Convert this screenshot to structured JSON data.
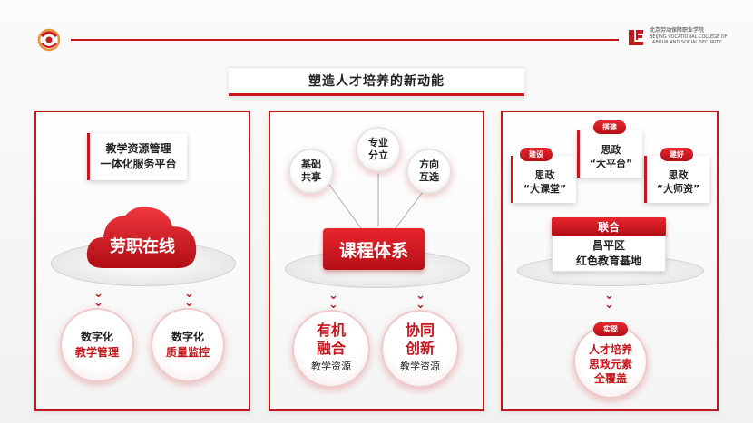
{
  "college": {
    "name_cn": "北京劳动保障职业学院",
    "name_en": "BEIJING VOCATIONAL COLLEGE OF LABOUR AND SOCIAL SECURITY"
  },
  "title": "塑造人才培养的新动能",
  "panel1": {
    "platform_card": {
      "line1": "教学资源管理",
      "line2": "一体化服务平台"
    },
    "cloud_label": "劳职在线",
    "circles": [
      {
        "line1": "数字化",
        "line2": "教学管理"
      },
      {
        "line1": "数字化",
        "line2": "质量监控"
      }
    ]
  },
  "panel2": {
    "bubbles": [
      {
        "line1": "基础",
        "line2": "共享"
      },
      {
        "line1": "专业",
        "line2": "分立"
      },
      {
        "line1": "方向",
        "line2": "互选"
      }
    ],
    "center_label": "课程体系",
    "circles": [
      {
        "line1": "有机",
        "line2": "融合",
        "sub": "教学资源"
      },
      {
        "line1": "协同",
        "line2": "创新",
        "sub": "教学资源"
      }
    ]
  },
  "panel3": {
    "cards": [
      {
        "tag": "建设",
        "line1": "思政",
        "line2": "“大课堂”"
      },
      {
        "tag": "搭建",
        "line1": "思政",
        "line2": "“大平台”"
      },
      {
        "tag": "建好",
        "line1": "思政",
        "line2": "“大师资”"
      }
    ],
    "union": {
      "tag": "联合",
      "line1": "昌平区",
      "line2": "红色教育基地"
    },
    "result": {
      "tag": "实现",
      "line1": "人才培养",
      "line2": "思政元素",
      "line3": "全覆盖"
    }
  },
  "colors": {
    "accent": "#c8161d"
  }
}
